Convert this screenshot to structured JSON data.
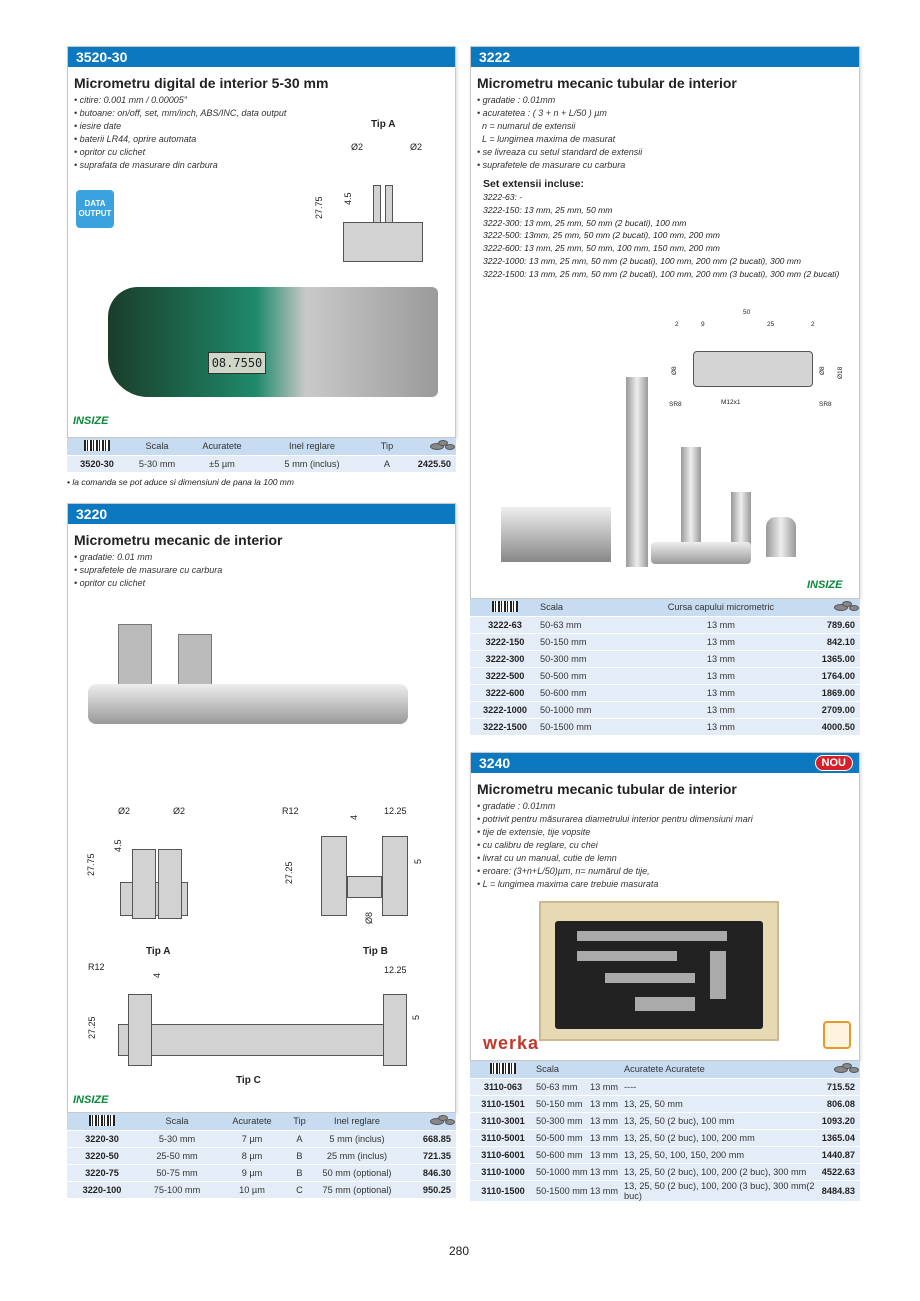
{
  "page_number": "280",
  "colors": {
    "header": "#0b78bf",
    "badge_new": "#d42027",
    "table_header": "#c7dbf1",
    "table_row": "#e4edf7",
    "brand_green": "#0a8a3a"
  },
  "p3520": {
    "code": "3520-30",
    "title": "Micrometru digital de interior 5-30 mm",
    "bullets": [
      "citire: 0.001 mm / 0.00005\"",
      "butoane: on/off, set, mm/inch, ABS/INC, data output",
      "iesire date",
      "baterii LR44, oprire automata",
      "opritor cu clichet",
      "suprafata de masurare din carbura"
    ],
    "data_output": [
      "DATA",
      "OUTPUT"
    ],
    "diagram": {
      "label": "Tip A",
      "d1": "Ø2",
      "d2": "Ø2",
      "h1": "27.75",
      "h2": "4.5"
    },
    "display_reading": "08.7550",
    "brand": "INSIZE",
    "table": {
      "headers": [
        "",
        "Scala",
        "Acuratete",
        "Inel reglare",
        "Tip",
        ""
      ],
      "rows": [
        [
          "3520-30",
          "5-30 mm",
          "±5 µm",
          "5 mm (inclus)",
          "A",
          "2425.50"
        ]
      ]
    },
    "footnote": "la comanda se pot aduce si dimensiuni de pana la 100 mm"
  },
  "p3220": {
    "code": "3220",
    "title": "Micrometru mecanic de interior",
    "bullets": [
      "gradatie: 0.01 mm",
      "suprafetele de masurare cu carbura",
      "opritor cu clichet"
    ],
    "diagrams": {
      "tipA": {
        "label": "Tip A",
        "d1": "Ø2",
        "d2": "Ø2",
        "h1": "27.75",
        "h2": "4.5"
      },
      "tipB": {
        "label": "Tip B",
        "r": "R12",
        "t": "4",
        "w": "12.25",
        "h": "27.25",
        "s": "5",
        "d": "Ø8"
      },
      "tipC": {
        "label": "Tip C",
        "r": "R12",
        "t": "4",
        "w": "12.25",
        "h": "27.25",
        "s": "5"
      }
    },
    "brand": "INSIZE",
    "table": {
      "headers": [
        "",
        "Scala",
        "Acuratete",
        "Tip",
        "Inel reglare",
        ""
      ],
      "rows": [
        [
          "3220-30",
          "5-30 mm",
          "7 µm",
          "A",
          "5 mm (inclus)",
          "668.85"
        ],
        [
          "3220-50",
          "25-50 mm",
          "8 µm",
          "B",
          "25 mm (inclus)",
          "721.35"
        ],
        [
          "3220-75",
          "50-75 mm",
          "9 µm",
          "B",
          "50 mm (optional)",
          "846.30"
        ],
        [
          "3220-100",
          "75-100 mm",
          "10 µm",
          "C",
          "75 mm (optional)",
          "950.25"
        ]
      ]
    }
  },
  "p3222": {
    "code": "3222",
    "title": "Micrometru mecanic tubular de interior",
    "bullets": [
      {
        "t": "gradatie : 0.01mm"
      },
      {
        "t": "acuratetea : ( 3 + n + L/50 ) µm"
      },
      {
        "t": "n = numarul de extensii",
        "nb": true
      },
      {
        "t": "L = lungimea maxima de masurat",
        "nb": true
      },
      {
        "t": "se livreaza cu setul standard de extensii"
      },
      {
        "t": "suprafetele de masurare cu carbura"
      }
    ],
    "sets_title": "Set extensii incluse:",
    "sets": [
      "3222-63: -",
      "3222-150: 13 mm, 25 mm, 50 mm",
      "3222-300: 13 mm, 25 mm, 50 mm (2 bucati), 100 mm",
      "3222-500: 13mm, 25 mm, 50 mm (2 bucati), 100 mm, 200 mm",
      "3222-600: 13 mm, 25 mm, 50 mm, 100 mm, 150 mm, 200 mm",
      "3222-1000: 13 mm, 25 mm, 50 mm (2 bucati), 100 mm, 200 mm (2 bucati), 300 mm",
      "3222-1500: 13 mm, 25 mm, 50 mm (2 bucati), 100 mm, 200 mm (3 bucati), 300 mm (2 bucati)"
    ],
    "diagram": {
      "len": "50",
      "a": "2",
      "b": "9",
      "c": "25",
      "d": "2",
      "d1": "Ø8",
      "d2": "Ø8",
      "d3": "Ø18",
      "sr1": "SR8",
      "sr2": "SR8",
      "thread": "M12x1"
    },
    "brand": "INSIZE",
    "table": {
      "headers": [
        "",
        "Scala",
        "Cursa capului micrometric",
        ""
      ],
      "rows": [
        [
          "3222-63",
          "50-63 mm",
          "13 mm",
          "789.60"
        ],
        [
          "3222-150",
          "50-150 mm",
          "13 mm",
          "842.10"
        ],
        [
          "3222-300",
          "50-300 mm",
          "13 mm",
          "1365.00"
        ],
        [
          "3222-500",
          "50-500 mm",
          "13 mm",
          "1764.00"
        ],
        [
          "3222-600",
          "50-600 mm",
          "13 mm",
          "1869.00"
        ],
        [
          "3222-1000",
          "50-1000 mm",
          "13 mm",
          "2709.00"
        ],
        [
          "3222-1500",
          "50-1500 mm",
          "13 mm",
          "4000.50"
        ]
      ]
    }
  },
  "p3240": {
    "code": "3240",
    "badge": "NOU",
    "title": "Micrometru mecanic tubular de interior",
    "bullets": [
      "gradatie : 0.01mm",
      "potrivit pentru măsurarea diametrului interior pentru dimensiuni mari",
      "tije de extensie, tije vopsite",
      "cu calibru de reglare, cu chei",
      "livrat cu un manual, cutie de lemn",
      "eroare: (3+n+L/50)µm,  n= numărul de tije,",
      "L = lungimea maxima care trebuie masurata"
    ],
    "brand": "werka",
    "table": {
      "headers": [
        "",
        "Scala",
        "",
        "Acuratete  Acuratete",
        ""
      ],
      "rows": [
        [
          "3110-063",
          "50-63 mm",
          "13 mm",
          "----",
          "715.52"
        ],
        [
          "3110-1501",
          "50-150 mm",
          "13 mm",
          "13, 25, 50 mm",
          "806.08"
        ],
        [
          "3110-3001",
          "50-300 mm",
          "13 mm",
          "13, 25, 50 (2 buc), 100 mm",
          "1093.20"
        ],
        [
          "3110-5001",
          "50-500 mm",
          "13 mm",
          "13, 25, 50 (2 buc), 100, 200 mm",
          "1365.04"
        ],
        [
          "3110-6001",
          "50-600 mm",
          "13 mm",
          "13, 25, 50, 100, 150, 200 mm",
          "1440.87"
        ],
        [
          "3110-1000",
          "50-1000 mm",
          "13 mm",
          "13, 25, 50 (2 buc), 100, 200 (2 buc), 300 mm",
          "4522.63"
        ],
        [
          "3110-1500",
          "50-1500 mm",
          "13 mm",
          "13, 25, 50 (2 buc), 100, 200 (3 buc), 300 mm(2 buc)",
          "8484.83"
        ]
      ]
    }
  }
}
